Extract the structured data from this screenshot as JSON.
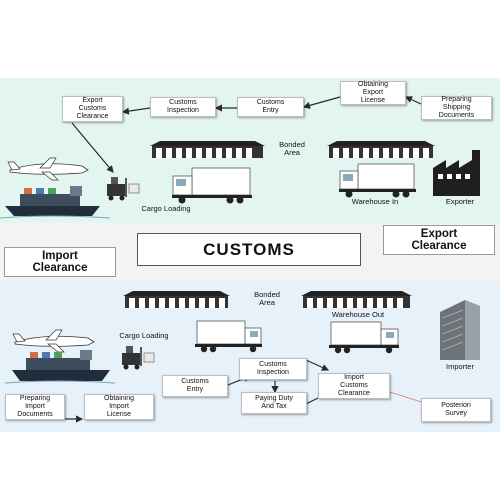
{
  "export_flow": {
    "obtaining_export_license": "Obtaining\nExport\nLicense",
    "preparing_shipping_documents": "Preparing\nShipping\nDocuments",
    "customs_entry": "Customs\nEntry",
    "customs_inspection": "Customs\nInspection",
    "export_customs_clearance": "Export\nCustoms\nClearance",
    "bonded_area": "Bonded\nArea",
    "cargo_loading": "Cargo Loading",
    "warehouse_in": "Warehouse In",
    "exporter": "Exporter"
  },
  "middle": {
    "title": "CUSTOMS",
    "export_clearance": "Export\nClearance",
    "import_clearance": "Import\nClearance"
  },
  "import_flow": {
    "bonded_area": "Bonded\nArea",
    "warehouse_out": "Warehouse Out",
    "cargo_loading": "Cargo Loading",
    "customs_inspection": "Customs\nInspection",
    "customs_entry": "Customs\nEntry",
    "paying_duty_and_tax": "Paying Duty\nAnd Tax",
    "import_customs_clearance": "Import\nCustoms\nClearance",
    "importer": "Importer",
    "preparing_import_documents": "Preparing\nImport\nDocuments",
    "obtaining_import_license": "Obtaining\nImport\nLicense",
    "posteriori_survey": "Posteriori\nSurvey"
  },
  "colors": {
    "export_panel": "#e3f5f1",
    "import_panel": "#e7f1f9",
    "arrow": "#2b2b2b",
    "survey_line": "#e07a7a"
  }
}
